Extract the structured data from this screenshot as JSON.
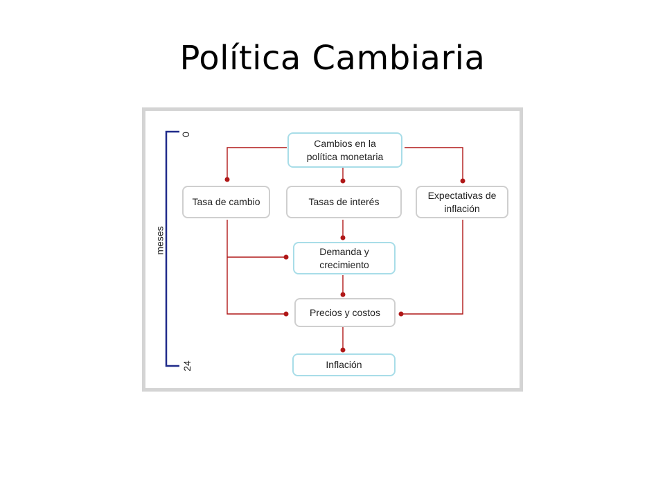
{
  "slide": {
    "title": "Política Cambiaria"
  },
  "diagram": {
    "nodes": {
      "monetary_policy": "Cambios en la\npolítica monetaria",
      "exchange_rate": "Tasa de cambio",
      "interest_rates": "Tasas de interés",
      "inflation_expectations": "Expectativas de\ninflación",
      "demand_growth": "Demanda y\ncrecimiento",
      "prices_costs": "Precios y costos",
      "inflation": "Inflación"
    },
    "timeline": {
      "start": "0",
      "end": "24",
      "unit": "meses"
    },
    "colors": {
      "connector": "#b01818",
      "timeline": "#1f2a8a",
      "frame": "#d4d4d4",
      "box_blue": "#a8dde8",
      "box_gray": "#cfcfcf"
    }
  }
}
